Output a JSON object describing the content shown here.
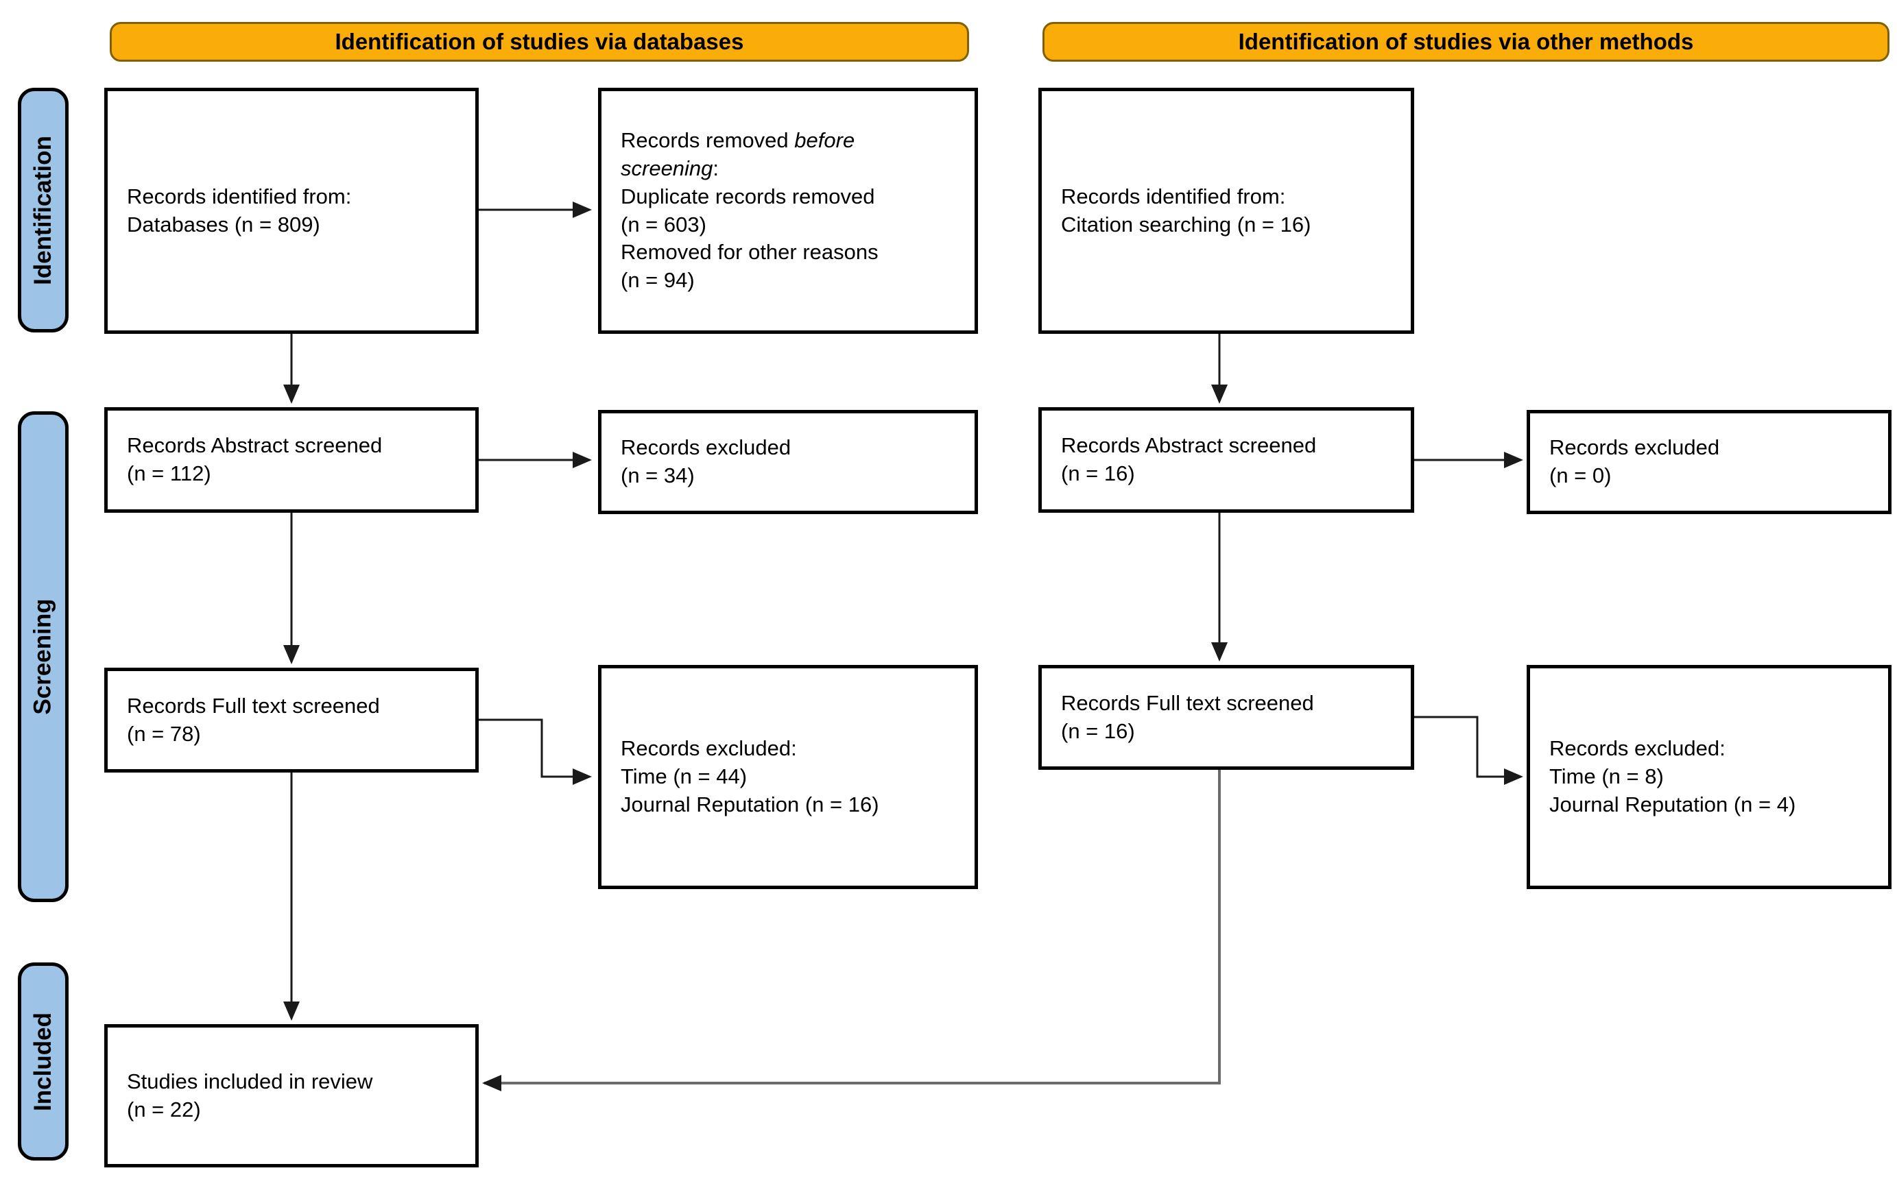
{
  "headers": {
    "databases": "Identification of studies via databases",
    "other_methods": "Identification of studies via other methods"
  },
  "stages": {
    "identification": "Identification",
    "screening": "Screening",
    "included": "Included"
  },
  "boxes": {
    "identified_databases": {
      "lines": [
        "Records identified from:",
        "Databases (n = 809)"
      ]
    },
    "removed_before_screening": {
      "line1_normal": "Records removed ",
      "line1_italic": "before",
      "line2_italic": "screening",
      "line2_normal": ":",
      "lines": [
        "Duplicate records removed",
        "(n = 603)",
        "Removed for other reasons",
        "(n = 94)"
      ]
    },
    "abstract_screened_databases": {
      "lines": [
        "Records Abstract screened",
        "(n = 112)"
      ]
    },
    "excluded_abstract_databases": {
      "lines": [
        "Records excluded",
        "(n = 34)"
      ]
    },
    "fulltext_screened_databases": {
      "lines": [
        "Records Full text screened",
        "(n = 78)"
      ]
    },
    "excluded_fulltext_databases": {
      "lines": [
        "Records excluded:",
        "Time (n = 44)",
        "Journal Reputation (n = 16)"
      ]
    },
    "studies_included": {
      "lines": [
        "Studies included in review",
        "(n = 22)"
      ]
    },
    "identified_citation": {
      "lines": [
        "Records identified from:",
        "Citation searching (n = 16)"
      ]
    },
    "abstract_screened_other": {
      "lines": [
        "Records Abstract screened",
        "(n = 16)"
      ]
    },
    "excluded_abstract_other": {
      "lines": [
        "Records excluded",
        "(n = 0)"
      ]
    },
    "fulltext_screened_other": {
      "lines": [
        "Records Full text screened",
        "(n = 16)"
      ]
    },
    "excluded_fulltext_other": {
      "lines": [
        "Records excluded:",
        "Time (n = 8)",
        "Journal Reputation (n = 4)"
      ]
    }
  },
  "colors": {
    "header_bg": "#FAAC09",
    "header_border": "#806000",
    "stage_bg": "#9DC3E6",
    "box_border": "#000000",
    "line_color": "#1a1a1a",
    "gray_line_color": "#6B6B6B",
    "text_color": "#000000"
  }
}
